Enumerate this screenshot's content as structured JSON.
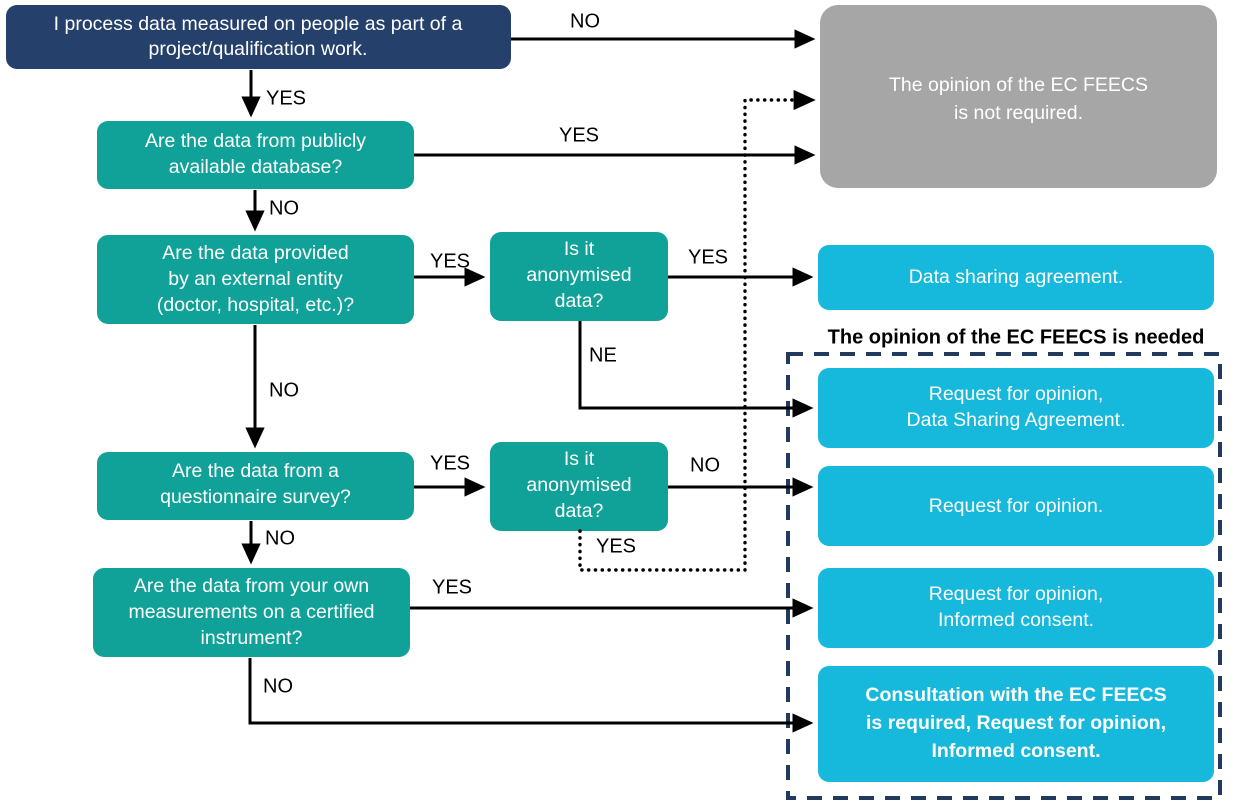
{
  "diagram": {
    "title": "EC FEECS opinion decision flowchart",
    "colors": {
      "navy": "#25406A",
      "teal": "#10A298",
      "cyan": "#16B8DB",
      "gray": "#A6A6A6",
      "line": "#000000",
      "dashed_border": "#223A5E",
      "text_light": "#FFFFFF",
      "background": "#FFFFFF"
    },
    "nodes": [
      {
        "id": "start",
        "kind": "start",
        "color": "#25406A",
        "lines": [
          "I process data measured on people as part of a",
          "project/qualification work."
        ]
      },
      {
        "id": "q-public-db",
        "kind": "decision",
        "color": "#10A298",
        "lines": [
          "Are the data from publicly",
          "available database?"
        ]
      },
      {
        "id": "q-external-entity",
        "kind": "decision",
        "color": "#10A298",
        "lines": [
          "Are the data provided",
          "by an external entity",
          "(doctor, hospital, etc.)?"
        ]
      },
      {
        "id": "q-anonymised-1",
        "kind": "decision",
        "color": "#10A298",
        "lines": [
          "Is it",
          "anonymised",
          "data?"
        ]
      },
      {
        "id": "q-questionnaire",
        "kind": "decision",
        "color": "#10A298",
        "lines": [
          "Are the data from a",
          "questionnaire survey?"
        ]
      },
      {
        "id": "q-anonymised-2",
        "kind": "decision",
        "color": "#10A298",
        "lines": [
          "Is it",
          "anonymised",
          "data?"
        ]
      },
      {
        "id": "q-own-measurements",
        "kind": "decision",
        "color": "#10A298",
        "lines": [
          "Are the data from your own",
          "measurements on a certified",
          "instrument?"
        ]
      },
      {
        "id": "out-not-required",
        "kind": "outcome",
        "color": "#A6A6A6",
        "lines": [
          "The opinion of the EC FEECS",
          "is not required."
        ]
      },
      {
        "id": "out-data-sharing",
        "kind": "outcome",
        "color": "#16B8DB",
        "lines": [
          "Data sharing agreement."
        ]
      },
      {
        "id": "out-opinion-dsa",
        "kind": "outcome",
        "color": "#16B8DB",
        "lines": [
          "Request for opinion,",
          "Data Sharing Agreement."
        ]
      },
      {
        "id": "out-opinion",
        "kind": "outcome",
        "color": "#16B8DB",
        "lines": [
          "Request for opinion."
        ]
      },
      {
        "id": "out-opinion-consent",
        "kind": "outcome",
        "color": "#16B8DB",
        "lines": [
          "Request for opinion,",
          "Informed consent."
        ]
      },
      {
        "id": "out-consultation",
        "kind": "outcome",
        "color": "#16B8DB",
        "bold": true,
        "lines": [
          "Consultation with the EC FEECS",
          "is required, Request for opinion,",
          "Informed consent."
        ]
      }
    ],
    "group_label": "The opinion of the EC FEECS is needed",
    "edge_labels": {
      "start_no": "NO",
      "start_yes": "YES",
      "public_db_yes": "YES",
      "public_db_no": "NO",
      "external_yes": "YES",
      "external_no": "NO",
      "anon1_yes": "YES",
      "anon1_ne": "NE",
      "questionnaire_yes": "YES",
      "questionnaire_no": "NO",
      "anon2_no": "NO",
      "anon2_yes": "YES",
      "own_yes": "YES",
      "own_no": "NO"
    }
  }
}
